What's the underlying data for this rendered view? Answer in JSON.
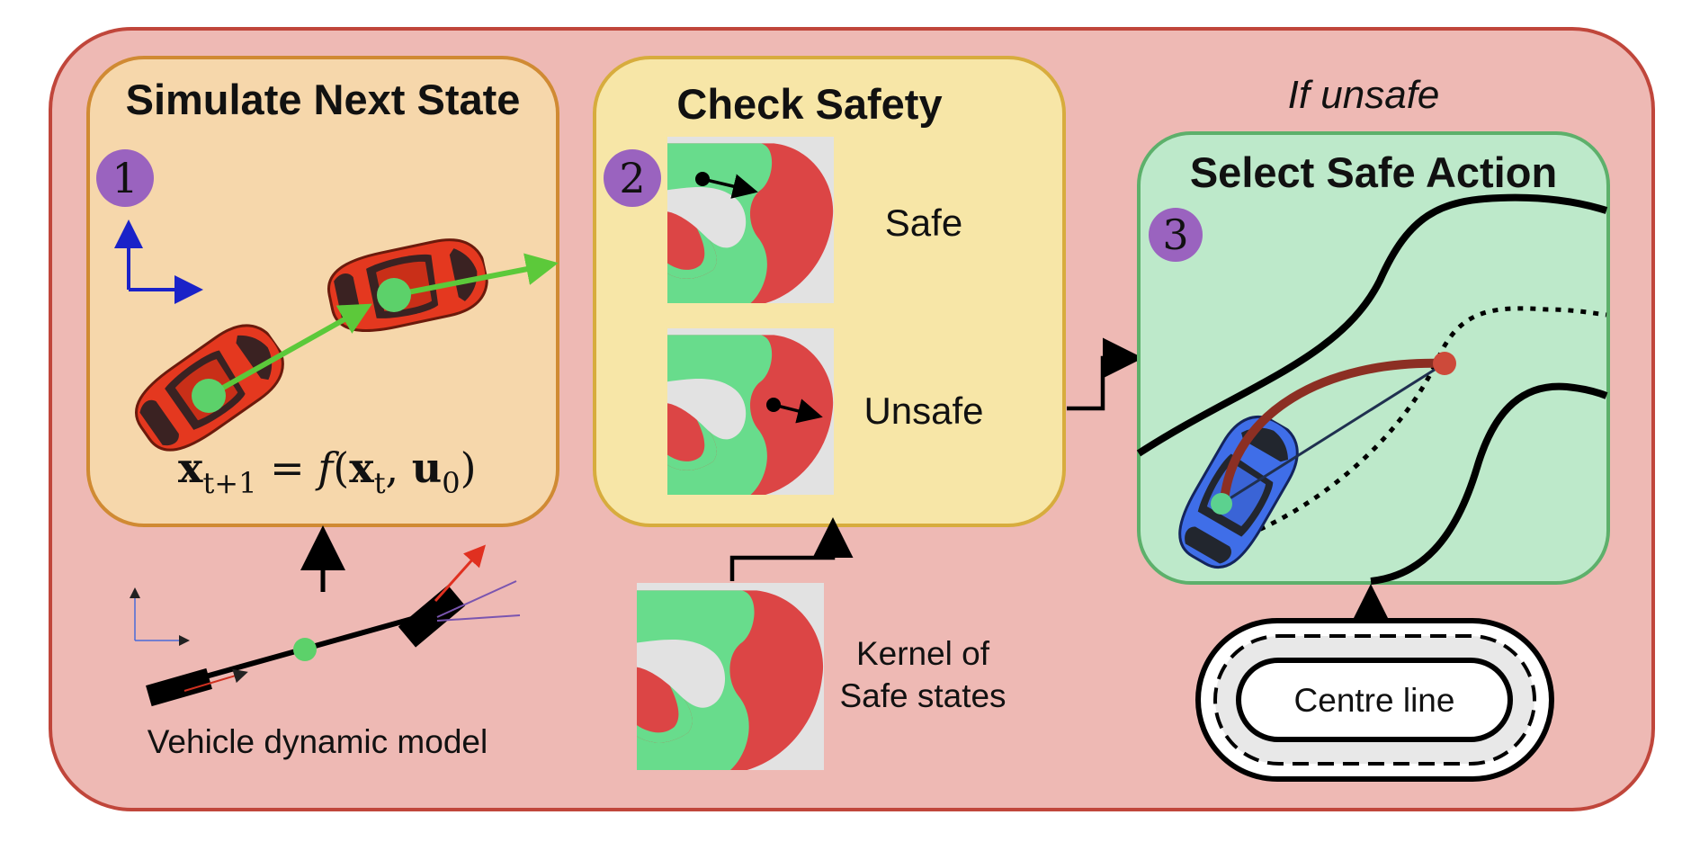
{
  "outer": {
    "fill": "#eeb9b4",
    "stroke": "#c0463b"
  },
  "step1": {
    "number": "1",
    "title": "Simulate Next State",
    "equation": {
      "lhs": "x",
      "lhs_sub": "t+1",
      "eq": " = ",
      "fn": "f",
      "open": "(",
      "arg1": "x",
      "arg1_sub": "t",
      "comma": ", ",
      "arg2": "u",
      "arg2_sub": "0",
      "close": ")"
    },
    "fill": "#f6d7ab",
    "stroke": "#d08a33"
  },
  "step2": {
    "number": "2",
    "title": "Check Safety",
    "safe_label": "Safe",
    "unsafe_label": "Unsafe",
    "fill": "#f7e6a7",
    "stroke": "#d7ac3d"
  },
  "step3": {
    "number": "3",
    "title": "Select Safe Action",
    "condition": "If unsafe",
    "fill": "#bde9ca",
    "stroke": "#5db06b"
  },
  "kernel": {
    "label_line1": "Kernel of",
    "label_line2": "Safe states"
  },
  "vehicle_model": {
    "label": "Vehicle dynamic model"
  },
  "centre_line": {
    "label": "Centre line"
  },
  "colors": {
    "badge": "#9a63bf",
    "safe_green": "#68dc8c",
    "unsafe_red": "#dc4545",
    "kernel_bg": "#e2e2e2",
    "car_red": "#e4381f",
    "car_blue": "#3f6ee8",
    "car_green_dot": "#5cd16a",
    "motion_arrow": "#5cc93a",
    "axis_blue": "#1a22c8",
    "path_brown": "#8c2f23"
  }
}
